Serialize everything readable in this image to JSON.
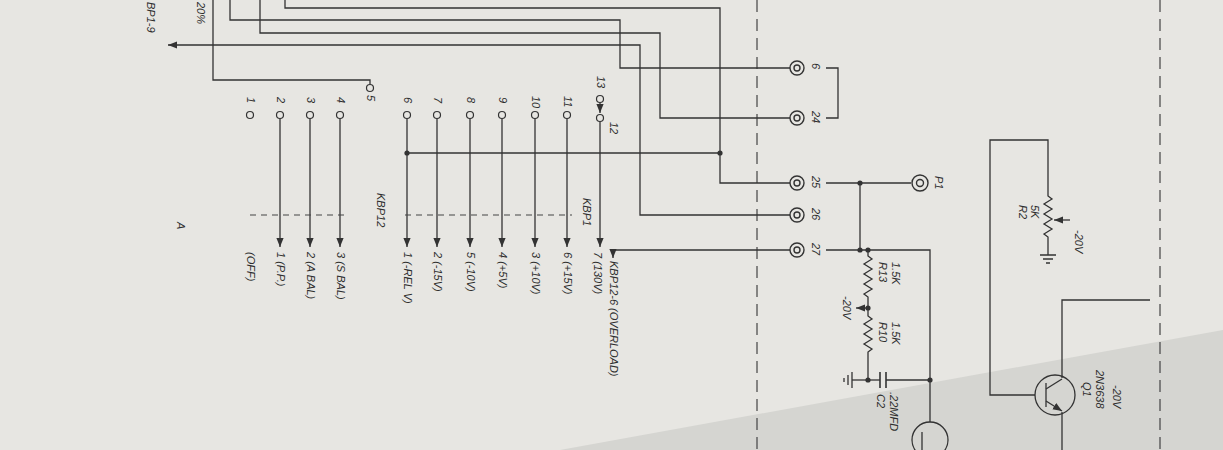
{
  "diagram": {
    "labels": [
      "BP1-9",
      "20%",
      "A",
      "13",
      "12",
      "11",
      "10",
      "9",
      "8",
      "7",
      "6",
      "5",
      "4",
      "3",
      "2",
      "1",
      "KBP1",
      "KBP12",
      "KBP12-6 (OVERLOAD)",
      "7 (130V)",
      "6 (+15V)",
      "3 (+10V)",
      "4 (+5V)",
      "5 (-10V)",
      "2 (-15V)",
      "1 (-REL V)",
      "3 (S BAL)",
      "2 (A BAL)",
      "1 (P.P.)",
      "(OFF)",
      "6",
      "24",
      "25",
      "26",
      "27",
      "P1",
      "R13",
      "1.5K",
      "-20V",
      "R10",
      "1.5K",
      "C2",
      ".22MFD",
      "R2",
      "5K",
      "-20V",
      "Q1",
      "2N3638",
      "-20V"
    ]
  }
}
